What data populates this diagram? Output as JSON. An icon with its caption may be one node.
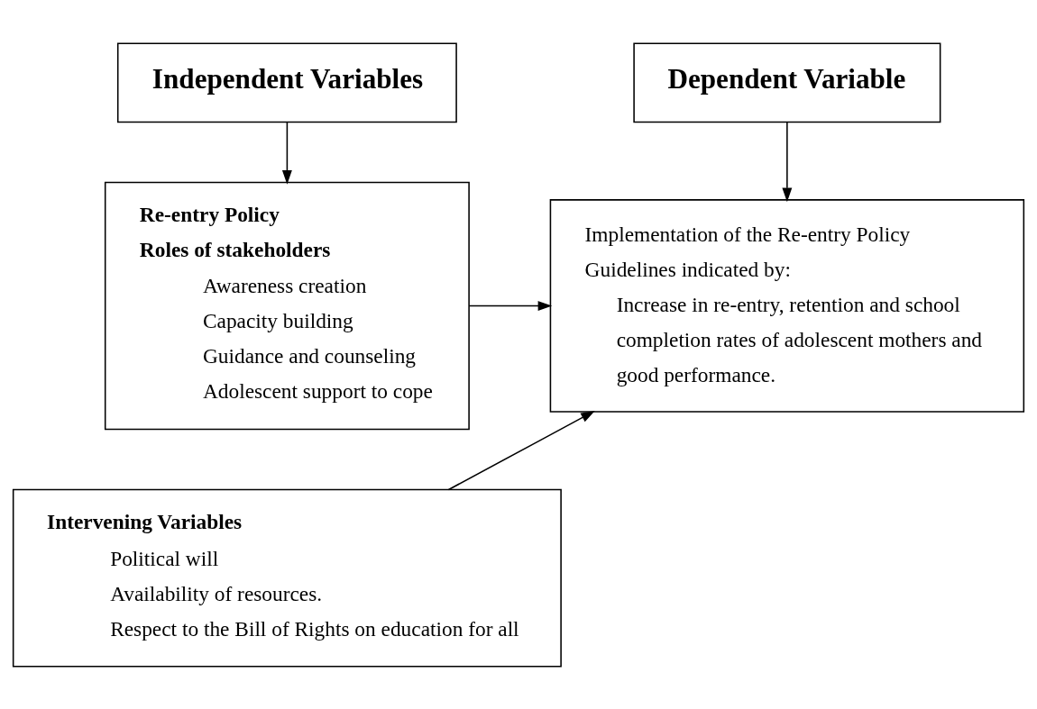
{
  "diagram": {
    "nodes": [
      {
        "text": [
          "Independent Variables"
        ]
      },
      {
        "text": [
          "Re-entry Policy",
          "Roles of stakeholders",
          "Awareness creation",
          "Capacity building",
          "Guidance and counseling",
          "Adolescent support to cope"
        ]
      },
      {
        "text": [
          "Dependent Variable"
        ]
      },
      {
        "text": [
          "Implementation of the Re-entry Policy Guidelines indicated by:",
          "Increase in re-entry, retention and school completion rates of adolescent mothers and good performance."
        ]
      },
      {
        "text": [
          "Intervening Variables",
          "Political will",
          "Availability of resources.",
          "Respect to the Bill of Rights on education for all"
        ]
      }
    ],
    "edges": [
      {
        "from": 0,
        "to": 1,
        "arrow": "to"
      },
      {
        "from": 2,
        "to": 3,
        "arrow": "to"
      },
      {
        "from": 1,
        "to": 3,
        "arrow": "to"
      },
      {
        "from": 4,
        "to": 3,
        "arrow": "to"
      }
    ]
  }
}
